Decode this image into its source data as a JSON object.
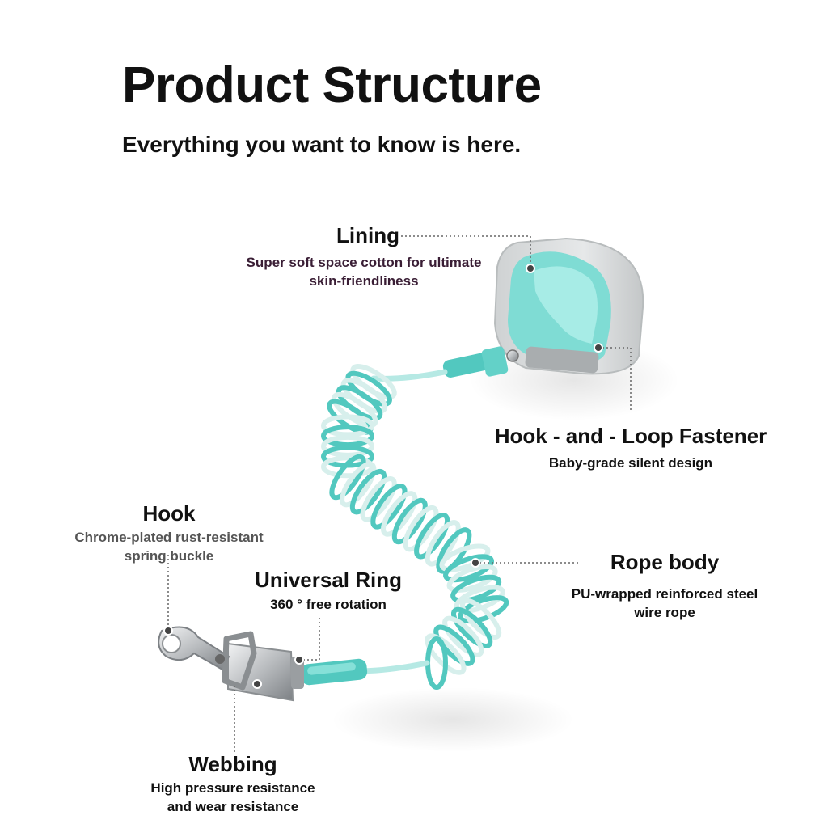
{
  "header": {
    "title": "Product Structure",
    "subtitle": "Everything you want to know is here."
  },
  "callouts": {
    "lining": {
      "title": "Lining",
      "desc": [
        "Super soft space cotton for ultimate",
        "skin-friendliness"
      ]
    },
    "fastener": {
      "title": "Hook - and - Loop Fastener",
      "desc": [
        "Baby-grade silent design"
      ]
    },
    "hook": {
      "title": "Hook",
      "desc": [
        "Chrome-plated rust-resistant",
        "spring buckle"
      ]
    },
    "ring": {
      "title": "Universal Ring",
      "desc": [
        "360 ° free rotation"
      ]
    },
    "rope": {
      "title": "Rope body",
      "desc": [
        "PU-wrapped reinforced steel",
        "wire rope"
      ]
    },
    "webbing": {
      "title": "Webbing",
      "desc": [
        "High pressure resistance",
        "and wear resistance"
      ]
    }
  },
  "colors": {
    "text": "#111111",
    "lining_desc": "#3a1e35",
    "hook_desc": "#555555",
    "mint": "#7fdcd4",
    "teal": "#52c8bf",
    "gray_strap": "#d9dbdc",
    "metal": "#b9bcbf"
  }
}
